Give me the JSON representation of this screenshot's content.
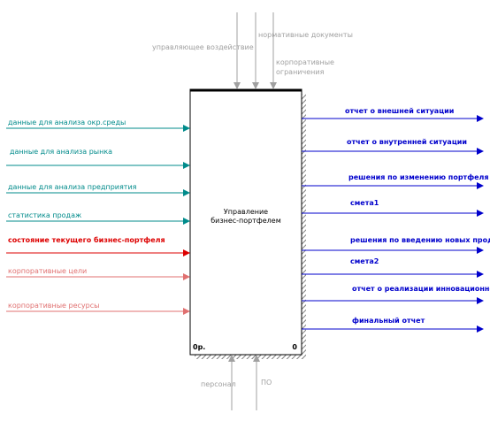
{
  "box": {
    "title_line1": "Управление",
    "title_line2": "бизнес-портфелем",
    "node_id": "0р.",
    "number": "0"
  },
  "controls": [
    {
      "label": "управляющее воздействие"
    },
    {
      "label": "нормативные документы"
    },
    {
      "label_line1": "корпоративные",
      "label_line2": "ограничения"
    }
  ],
  "mechanisms": [
    {
      "label": "персонал"
    },
    {
      "label": "ПО"
    }
  ],
  "inputs": [
    {
      "label": "данные для анализа окр.среды",
      "color": "#008b8b"
    },
    {
      "label": "данные для анализа рынка",
      "color": "#008b8b"
    },
    {
      "label": "данные для анализа предприятия",
      "color": "#008b8b"
    },
    {
      "label": "статистика продаж",
      "color": "#008b8b"
    },
    {
      "label": "состояние текущего бизнес-портфеля",
      "color": "#dd0000"
    },
    {
      "label": "корпоративные цели",
      "color": "#e07070"
    },
    {
      "label": "корпоративные ресурсы",
      "color": "#e07070"
    }
  ],
  "outputs": [
    {
      "label": "отчет о внешней ситуации"
    },
    {
      "label": "отчет о внутренней ситуации"
    },
    {
      "label": "решения по изменению портфеля"
    },
    {
      "label": "смета1"
    },
    {
      "label": "решения по введению новых продуктов"
    },
    {
      "label": "смета2"
    },
    {
      "label": "отчет о реализации инновационного проекта"
    },
    {
      "label": "финальный отчет"
    }
  ],
  "colors": {
    "output": "#0000cc",
    "control": "#a0a0a0",
    "mechanism": "#a0a0a0",
    "box_border": "#000000"
  }
}
